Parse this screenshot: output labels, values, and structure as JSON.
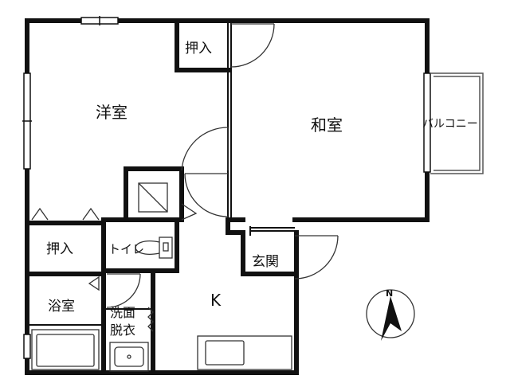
{
  "floor_plan": {
    "rooms": {
      "western_room": "洋室",
      "japanese_room": "和室",
      "closet_upper": "押入",
      "closet_lower": "押入",
      "toilet": "トイレ",
      "bath": "浴室",
      "washroom_line1": "洗面",
      "washroom_line2": "脱衣",
      "entrance": "玄関",
      "kitchen": "K",
      "balcony": "バルコニー"
    },
    "compass": {
      "north_label": "N"
    }
  },
  "colors": {
    "wall": "#111111",
    "background": "#ffffff",
    "line": "#555555"
  }
}
